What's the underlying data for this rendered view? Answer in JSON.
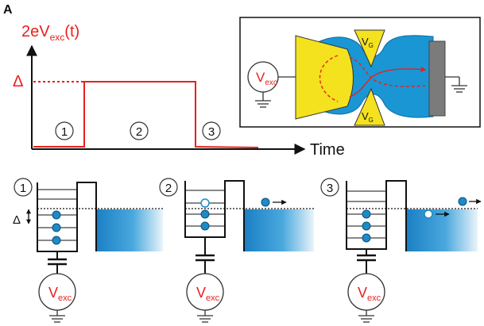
{
  "panel_label": "A",
  "pulse_plot": {
    "y_label_main": "2eV",
    "y_label_sub": "exc",
    "y_label_tail": "(t)",
    "delta_label": "Δ",
    "x_label": "Time",
    "phase_labels": [
      "1",
      "2",
      "3"
    ]
  },
  "device_inset": {
    "source_label_main": "V",
    "source_label_sub": "exc",
    "gate_label_main": "V",
    "gate_label_sub": "G"
  },
  "stages": [
    {
      "label": "1",
      "source_label_main": "V",
      "source_label_sub": "exc",
      "delta_label": "Δ"
    },
    {
      "label": "2",
      "source_label_main": "V",
      "source_label_sub": "exc"
    },
    {
      "label": "3",
      "source_label_main": "V",
      "source_label_sub": "exc"
    }
  ],
  "colors": {
    "pulse": "#e8201c",
    "gate": "#f4e21e",
    "channel": "#1a96d4",
    "electron": "#1e8ac8",
    "ohmic": "#7b7b7b"
  }
}
